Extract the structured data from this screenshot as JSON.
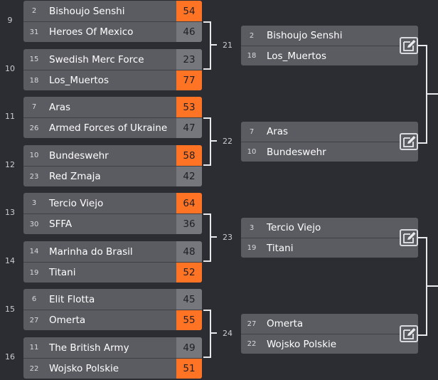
{
  "round1": [
    {
      "num": "9",
      "a": {
        "seed": "2",
        "team": "Bishoujo Senshi",
        "score": "54",
        "win": true
      },
      "b": {
        "seed": "31",
        "team": "Heroes Of Mexico",
        "score": "46",
        "win": false
      }
    },
    {
      "num": "10",
      "a": {
        "seed": "15",
        "team": "Swedish Merc Force",
        "score": "23",
        "win": false
      },
      "b": {
        "seed": "18",
        "team": "Los_Muertos",
        "score": "77",
        "win": true
      }
    },
    {
      "num": "11",
      "a": {
        "seed": "7",
        "team": "Aras",
        "score": "53",
        "win": true
      },
      "b": {
        "seed": "26",
        "team": "Armed Forces of Ukraine",
        "score": "47",
        "win": false
      }
    },
    {
      "num": "12",
      "a": {
        "seed": "10",
        "team": "Bundeswehr",
        "score": "58",
        "win": true
      },
      "b": {
        "seed": "23",
        "team": "Red Zmaja",
        "score": "42",
        "win": false
      }
    },
    {
      "num": "13",
      "a": {
        "seed": "3",
        "team": "Tercio Viejo",
        "score": "64",
        "win": true
      },
      "b": {
        "seed": "30",
        "team": "SFFA",
        "score": "36",
        "win": false
      }
    },
    {
      "num": "14",
      "a": {
        "seed": "14",
        "team": "Marinha do Brasil",
        "score": "48",
        "win": false
      },
      "b": {
        "seed": "19",
        "team": "Titani",
        "score": "52",
        "win": true
      }
    },
    {
      "num": "15",
      "a": {
        "seed": "6",
        "team": "Elit Flotta",
        "score": "45",
        "win": false
      },
      "b": {
        "seed": "27",
        "team": "Omerta",
        "score": "55",
        "win": true
      }
    },
    {
      "num": "16",
      "a": {
        "seed": "11",
        "team": "The British Army",
        "score": "49",
        "win": false
      },
      "b": {
        "seed": "22",
        "team": "Wojsko Polskie",
        "score": "51",
        "win": true
      }
    }
  ],
  "round2": [
    {
      "num": "21",
      "a": {
        "seed": "2",
        "team": "Bishoujo Senshi"
      },
      "b": {
        "seed": "18",
        "team": "Los_Muertos"
      },
      "icon": "edit-icon"
    },
    {
      "num": "22",
      "a": {
        "seed": "7",
        "team": "Aras"
      },
      "b": {
        "seed": "10",
        "team": "Bundeswehr"
      },
      "icon": "edit-icon"
    },
    {
      "num": "23",
      "a": {
        "seed": "3",
        "team": "Tercio Viejo"
      },
      "b": {
        "seed": "19",
        "team": "Titani"
      },
      "icon": "edit-icon"
    },
    {
      "num": "24",
      "a": {
        "seed": "27",
        "team": "Omerta"
      },
      "b": {
        "seed": "22",
        "team": "Wojsko Polskie"
      },
      "icon": "edit-icon"
    }
  ],
  "colors": {
    "winner": "#ff7324",
    "loser": "#75777d",
    "card": "#5a5c62",
    "background": "#2b2d33"
  }
}
